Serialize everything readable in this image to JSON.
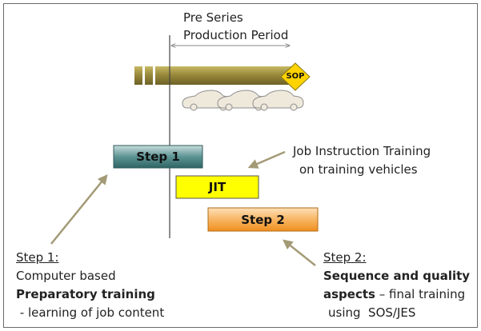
{
  "period": {
    "line1": "Pre Series",
    "line2": "Production Period"
  },
  "milestone": "SOP",
  "steps": {
    "step1": "Step 1",
    "jit": "JIT",
    "step2": "Step 2"
  },
  "jit_callout": {
    "line1": "Job Instruction Training",
    "line2": "on training vehicles"
  },
  "step1_note": {
    "heading": "Step 1:",
    "line1": "Computer based",
    "line2": "Preparatory training",
    "line3": " - learning of job content"
  },
  "step2_note": {
    "heading": "Step 2:",
    "line1": "Sequence and quality",
    "line2_bold": "aspects",
    "line2_rest": " – final training",
    "line3": "using  SOS/JES"
  },
  "colors": {
    "timeline_bar": "#9a8a3c",
    "step1": "#4f8787",
    "jit": "#ffff00",
    "step2": "#f7a23b",
    "sop_diamond": "#ffd300",
    "arrow": "#a39a76"
  }
}
